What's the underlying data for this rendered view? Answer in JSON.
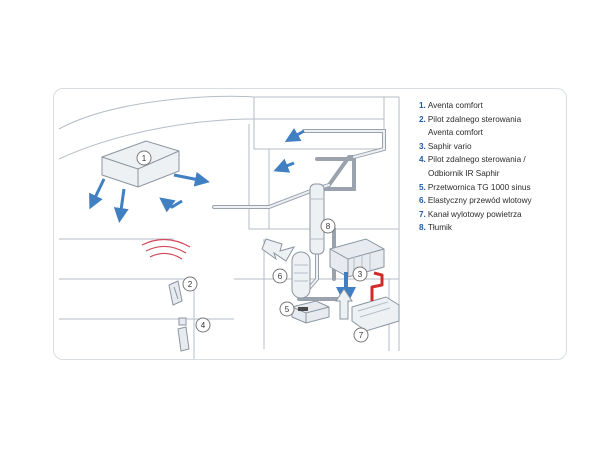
{
  "legend": [
    {
      "num": "1.",
      "lines": [
        "Aventa comfort"
      ]
    },
    {
      "num": "2.",
      "lines": [
        "Pilot zdalnego sterowania",
        "Aventa comfort"
      ]
    },
    {
      "num": "3.",
      "lines": [
        "Saphir vario"
      ]
    },
    {
      "num": "4.",
      "lines": [
        "Pilot zdalnego sterowania /",
        "Odbiornik IR Saphir"
      ]
    },
    {
      "num": "5.",
      "lines": [
        "Przetwornica TG 1000 sinus"
      ]
    },
    {
      "num": "6.",
      "lines": [
        "Elastyczny przewód wlotowy"
      ]
    },
    {
      "num": "7.",
      "lines": [
        "Kanał wylotowy powietrza"
      ]
    },
    {
      "num": "8.",
      "lines": [
        "Tłumik"
      ]
    }
  ],
  "callouts": [
    "1",
    "2",
    "3",
    "4",
    "5",
    "6",
    "7",
    "8"
  ],
  "colors": {
    "line": "#8b95a0",
    "arrow": "#3f7fc2",
    "callout_stroke": "#777777",
    "pipe_red": "#d42a2a",
    "number": "#1e5aa8"
  },
  "icons": {
    "arrow": "blue-airflow-arrow-icon",
    "signal": "ir-signal-waves-icon",
    "callout": "numbered-callout-circle-icon"
  }
}
